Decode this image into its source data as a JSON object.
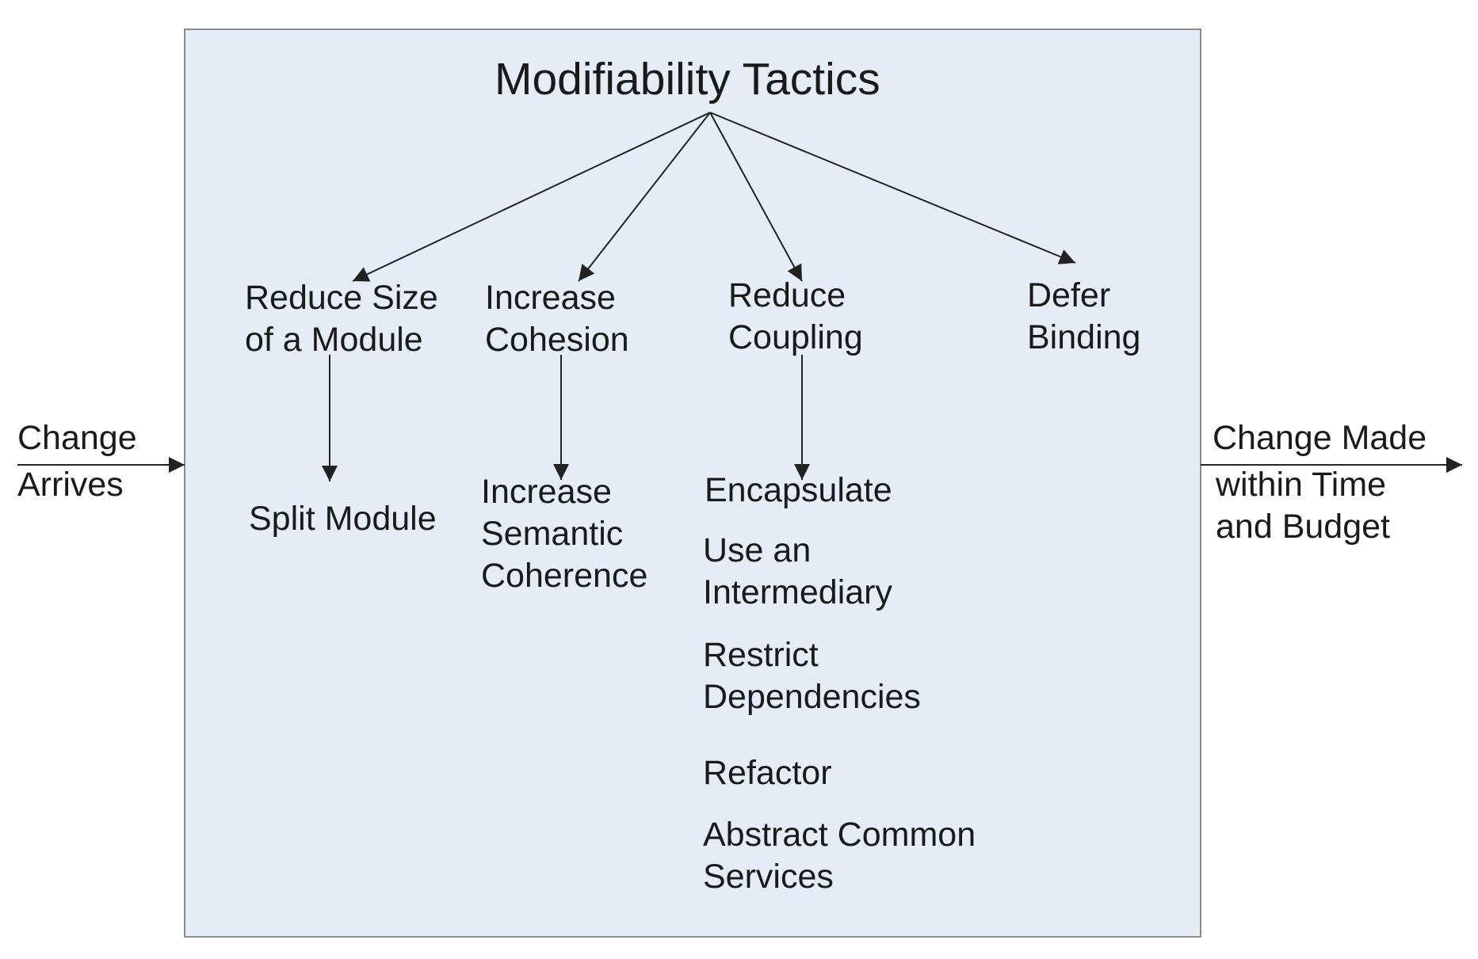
{
  "title": "Modifiability Tactics",
  "input": {
    "lines": [
      "Change",
      "Arrives"
    ]
  },
  "output": {
    "lines": [
      "Change  Made",
      "within Time",
      "and Budget"
    ]
  },
  "categories": [
    {
      "lines": [
        "Reduce Size",
        "of a Module"
      ],
      "tactics": [
        {
          "lines": [
            "Split Module"
          ]
        }
      ]
    },
    {
      "lines": [
        "Increase",
        "Cohesion"
      ],
      "tactics": [
        {
          "lines": [
            "Increase",
            "Semantic",
            "Coherence"
          ]
        }
      ]
    },
    {
      "lines": [
        "Reduce",
        "Coupling"
      ],
      "tactics": [
        {
          "lines": [
            "Encapsulate"
          ]
        },
        {
          "lines": [
            "Use an",
            "Intermediary"
          ]
        },
        {
          "lines": [
            "Restrict",
            "Dependencies"
          ]
        },
        {
          "lines": [
            "Refactor"
          ]
        },
        {
          "lines": [
            "Abstract Common",
            "Services"
          ]
        }
      ]
    },
    {
      "lines": [
        "Defer",
        "Binding"
      ],
      "tactics": []
    }
  ],
  "colors": {
    "panel_fill": "#e6ecf5",
    "panel_border": "#8c8c8c",
    "line": "#222222",
    "text": "#1a1a1a"
  }
}
